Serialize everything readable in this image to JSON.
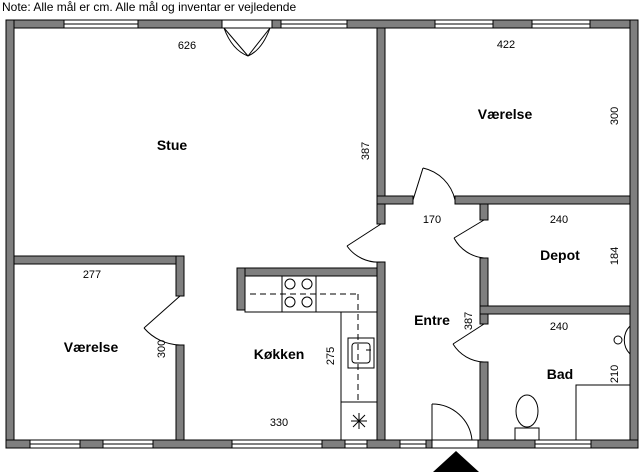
{
  "note": "Note: Alle mål er cm. Alle mål og inventar er vejledende",
  "rooms": {
    "stue": "Stue",
    "vaerelse_top": "Værelse",
    "vaerelse_left": "Værelse",
    "koekken": "Køkken",
    "entre": "Entre",
    "depot": "Depot",
    "bad": "Bad"
  },
  "dimensions": {
    "stue_width": "626",
    "stue_height": "387",
    "vaerelse_top_width": "422",
    "vaerelse_top_height": "300",
    "entre_width": "170",
    "entre_height": "387",
    "depot_width": "240",
    "depot_height": "184",
    "bad_width": "240",
    "bad_height": "210",
    "vaerelse_left_width": "277",
    "vaerelse_left_height": "300",
    "koekken_width": "330",
    "koekken_height": "275"
  },
  "colors": {
    "wall": "#7f7f7f",
    "wall_edge": "#000000",
    "window": "#d9d9d9",
    "entrance_marker": "#000000"
  }
}
